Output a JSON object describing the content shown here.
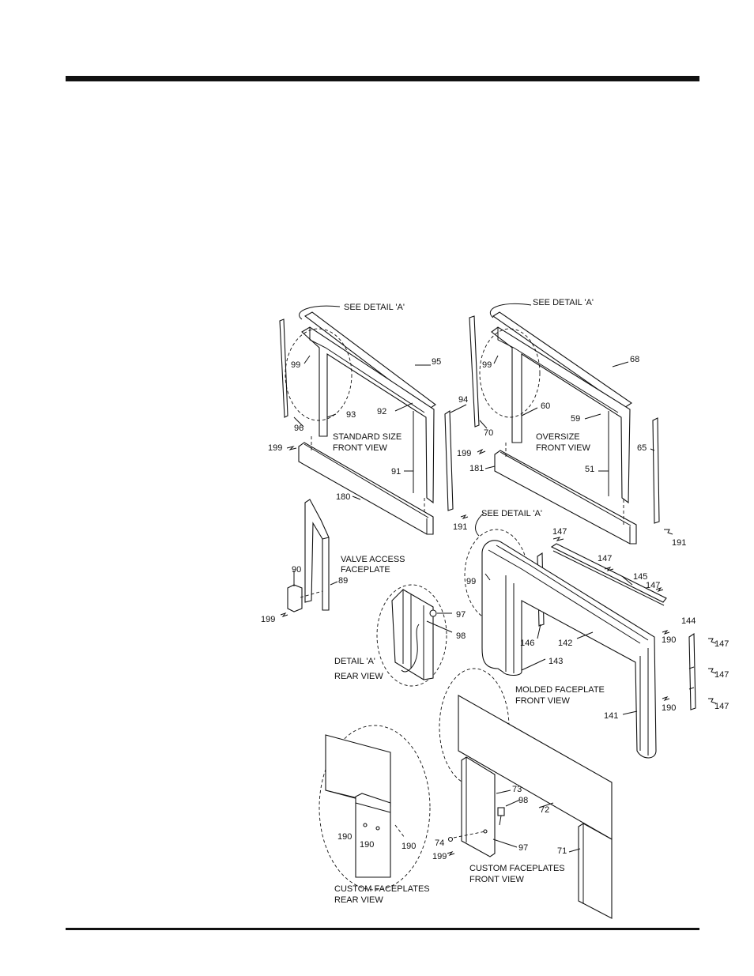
{
  "labels": {
    "see_detail_1": "SEE DETAIL 'A'",
    "see_detail_2": "SEE DETAIL 'A'",
    "see_detail_3": "SEE DETAIL 'A'",
    "standard_1": "STANDARD SIZE",
    "standard_2": "FRONT VIEW",
    "oversize_1": "OVERSIZE",
    "oversize_2": "FRONT VIEW",
    "valve_1": "VALVE ACCESS",
    "valve_2": "FACEPLATE",
    "detail_1": "DETAIL 'A'",
    "detail_2": "REAR VIEW",
    "molded_1": "MOLDED FACEPLATE",
    "molded_2": "FRONT VIEW",
    "custom_rear_1": "CUSTOM FACEPLATES",
    "custom_rear_2": "REAR VIEW",
    "custom_front_1": "CUSTOM FACEPLATES",
    "custom_front_2": "FRONT VIEW"
  },
  "part_numbers": {
    "p95": "95",
    "p99a": "99",
    "p93": "93",
    "p92": "92",
    "p96": "96",
    "p199a": "199",
    "p91": "91",
    "p180": "180",
    "p94": "94",
    "p68": "68",
    "p99b": "99",
    "p60": "60",
    "p59": "59",
    "p70": "70",
    "p199b": "199",
    "p181": "181",
    "p51": "51",
    "p65": "65",
    "p191a": "191",
    "p191b": "191",
    "p90": "90",
    "p89": "89",
    "p199c": "199",
    "p97a": "97",
    "p98a": "98",
    "p147a": "147",
    "p147b": "147",
    "p145": "145",
    "p147c": "147",
    "p99c": "99",
    "p146": "146",
    "p142": "142",
    "p143": "143",
    "p190a": "190",
    "p144": "144",
    "p147d": "147",
    "p147e": "147",
    "p147f": "147",
    "p190b": "190",
    "p141": "141",
    "p73": "73",
    "p98b": "98",
    "p72": "72",
    "p74": "74",
    "p97b": "97",
    "p199d": "199",
    "p71": "71",
    "p190c": "190",
    "p190d": "190",
    "p190e": "190"
  }
}
